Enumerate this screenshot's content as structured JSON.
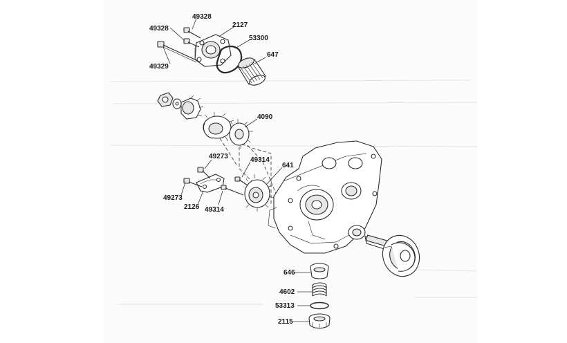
{
  "labels": {
    "l49328a": "49328",
    "l49328b": "49328",
    "l2127": "2127",
    "l53300": "53300",
    "l647": "647",
    "l49329": "49329",
    "l4090": "4090",
    "l49273a": "49273",
    "l49314a": "49314",
    "l641": "641",
    "l49273b": "49273",
    "l2126": "2126",
    "l49314b": "49314",
    "l646": "646",
    "l4602": "4602",
    "l53313": "53313",
    "l2115": "2115"
  }
}
